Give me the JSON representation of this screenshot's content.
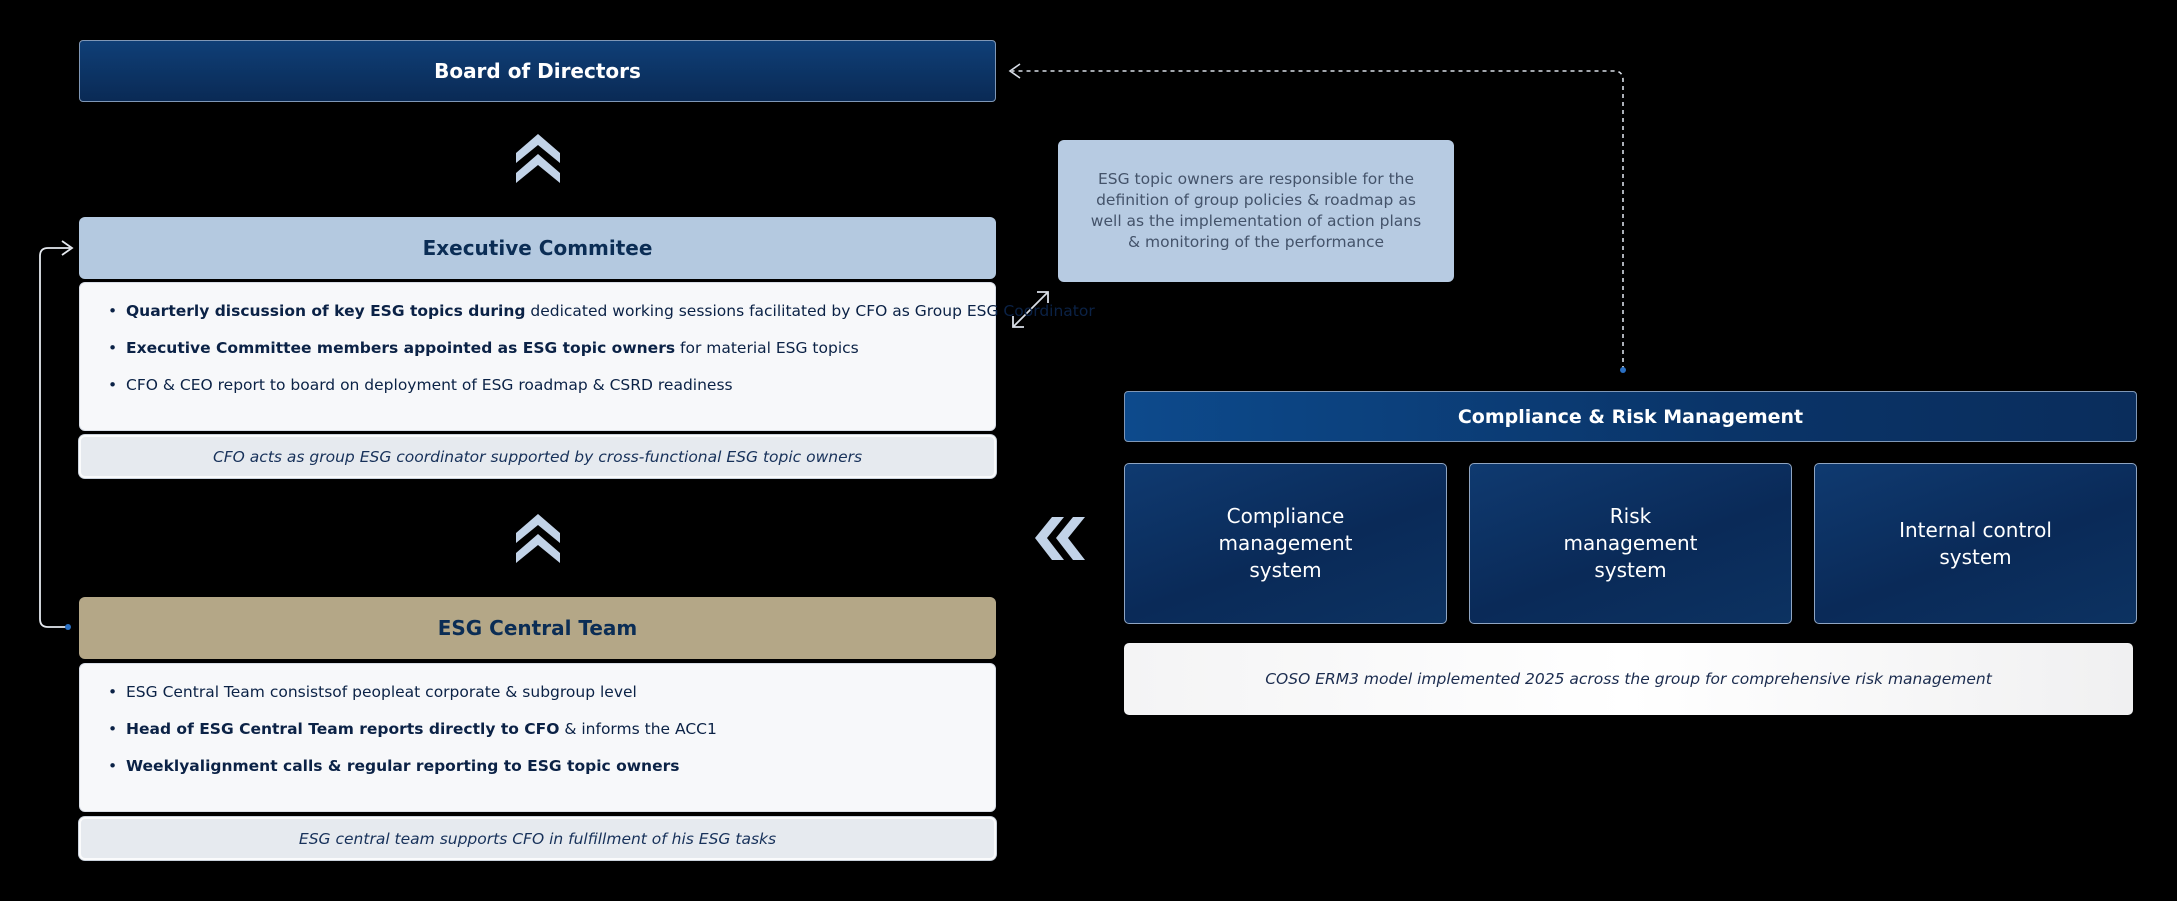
{
  "board": {
    "title": "Board of Directors"
  },
  "executive": {
    "title": "Executive Commitee",
    "items": [
      {
        "bold": "Quarterly discussion of key ESG topics during",
        "text": " dedicated working sessions facilitated by CFO as Group ESG Coordinator"
      },
      {
        "bold": "Executive Committee members appointed as ESG topic owners",
        "text": " for material ESG topics"
      },
      {
        "bold": "",
        "text": "CFO & CEO report to board on deployment of ESG roadmap & CSRD readiness"
      }
    ],
    "note": "CFO acts as group ESG coordinator supported by cross-functional ESG topic owners"
  },
  "esg_team": {
    "title": "ESG Central Team",
    "items": [
      {
        "bold": "",
        "text": "ESG Central Team consistsof peopleat corporate & subgroup level"
      },
      {
        "bold": "Head of ESG Central Team reports directly to CFO",
        "text": " & informs the ACC1"
      },
      {
        "bold": "Weeklyalignment calls & regular reporting to ESG topic owners",
        "text": ""
      }
    ],
    "note": "ESG central team supports CFO in fulfillment of his ESG tasks"
  },
  "info_box": {
    "text": "ESG topic owners are responsible for the definition of group policies & roadmap as well as the implementation of action plans & monitoring of the performance"
  },
  "compliance": {
    "title": "Compliance & Risk Management",
    "systems": [
      {
        "label": "Compliance management system"
      },
      {
        "label": "Risk management system"
      },
      {
        "label": "Internal control system"
      }
    ],
    "note": "COSO ERM3 model implemented 2025 across the group for comprehensive risk management"
  },
  "icons": {
    "up_chevron_1": "double-chevron-up-icon",
    "up_chevron_2": "double-chevron-up-icon",
    "left_chevron": "double-chevron-left-icon",
    "diag_arrow": "diagonal-double-arrow-icon"
  },
  "colors": {
    "navy": "#0a2a55",
    "light_blue": "#b4c9e0",
    "tan": "#b4a787",
    "chevron": "#c2d3e8"
  }
}
